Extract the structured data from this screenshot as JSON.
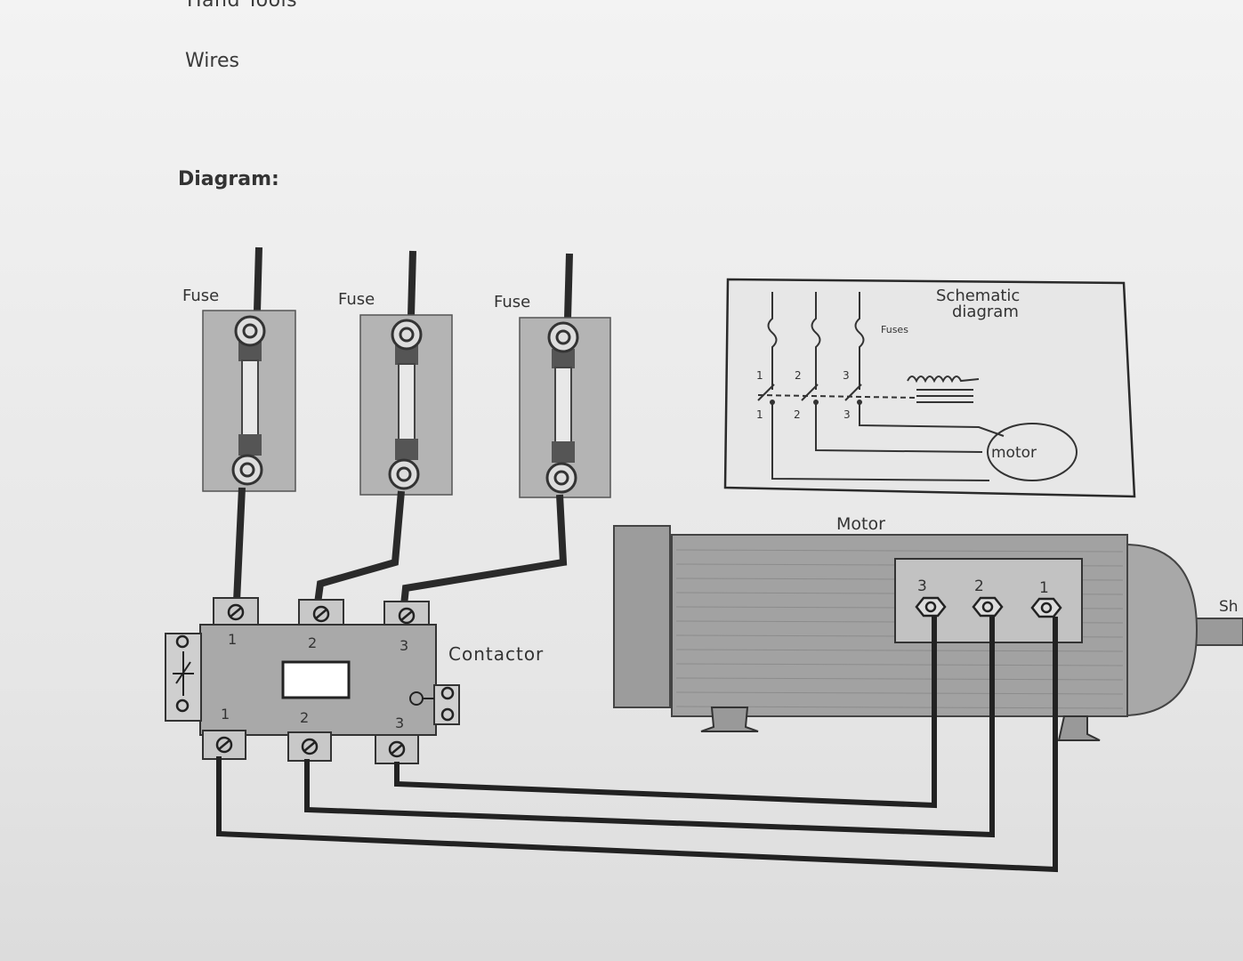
{
  "page": {
    "tools_heading": "Hand Tools",
    "wires_heading": "Wires",
    "diagram_heading": "Diagram:"
  },
  "diagram": {
    "fuse_labels": [
      "Fuse",
      "Fuse",
      "Fuse"
    ],
    "contactor_label": "Contactor",
    "contactor_top_terminals": [
      "1",
      "2",
      "3"
    ],
    "contactor_bottom_terminals": [
      "1",
      "2",
      "3"
    ],
    "motor_label": "Motor",
    "motor_terminals": [
      "3",
      "2",
      "1"
    ],
    "shaft_label": "Sh",
    "schematic": {
      "title_line1": "Schematic",
      "title_line2": "diagram",
      "fuses_label": "Fuses",
      "top_numbers": [
        "1",
        "2",
        "3"
      ],
      "bottom_numbers": [
        "1",
        "2",
        "3"
      ],
      "motor_label": "motor"
    }
  }
}
